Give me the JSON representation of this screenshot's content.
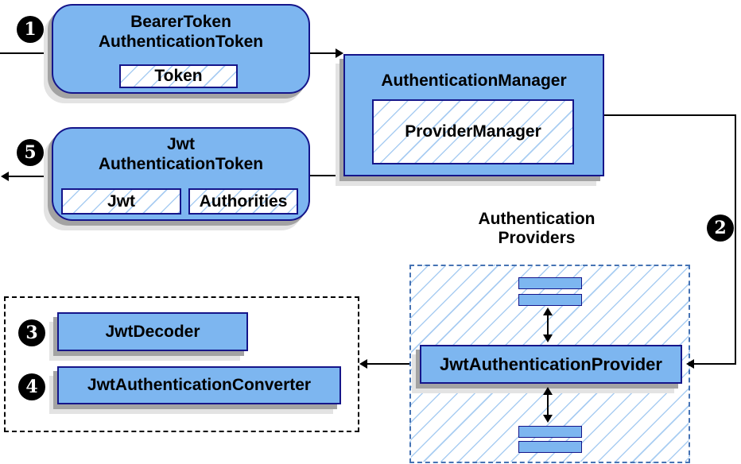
{
  "colors": {
    "node_fill": "#7db6f0",
    "node_border": "#15158a",
    "hatch_line": "#a9cdf2",
    "providers_group_border": "#4673b4",
    "converters_group_border": "#000000",
    "shadow_dark": "#a3a3a3",
    "shadow_light": "#e3e3e3",
    "connector": "#000000",
    "badge_bg": "#000000",
    "badge_text": "#ffffff"
  },
  "badges": {
    "step1": "1",
    "step2": "2",
    "step3": "3",
    "step4": "4",
    "step5": "5"
  },
  "nodes": {
    "bearer_token": {
      "title": "BearerToken\nAuthenticationToken",
      "token_chip": "Token"
    },
    "auth_manager": {
      "title": "AuthenticationManager",
      "provider_manager_chip": "ProviderManager"
    },
    "jwt_auth_token": {
      "title": "Jwt\nAuthenticationToken",
      "jwt_chip": "Jwt",
      "authorities_chip": "Authorities"
    },
    "providers_group": {
      "title": "Authentication\nProviders",
      "jwt_authentication_provider": "JwtAuthenticationProvider"
    },
    "converters_group": {
      "jwt_decoder": "JwtDecoder",
      "jwt_authentication_converter": "JwtAuthenticationConverter"
    }
  }
}
